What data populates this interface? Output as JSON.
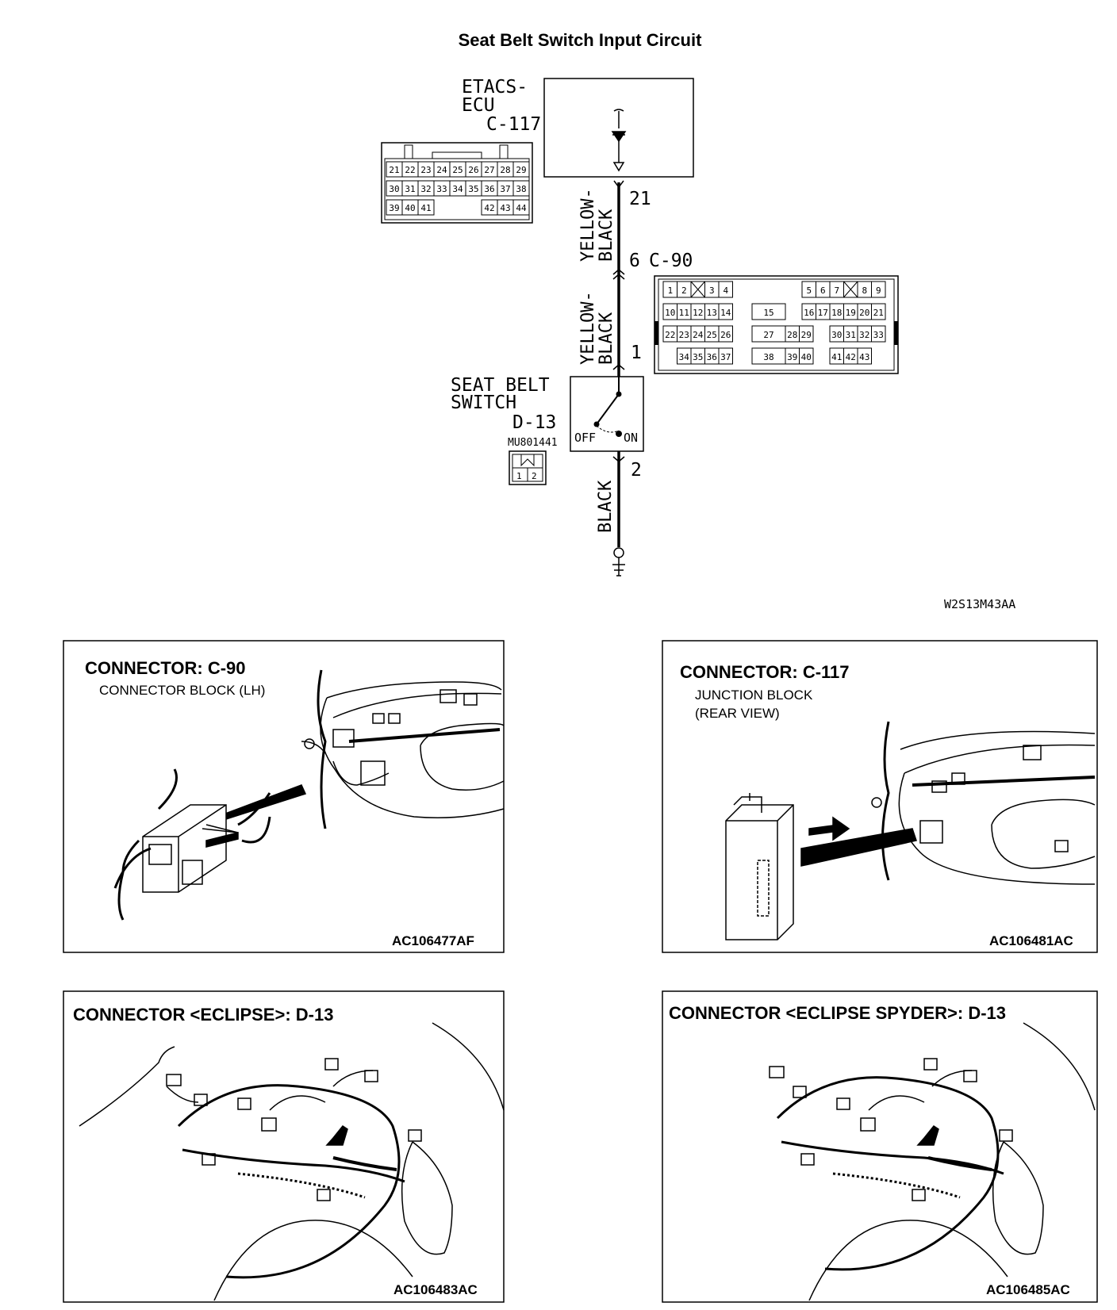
{
  "title": "Seat Belt Switch Input Circuit",
  "ecu": {
    "name_line1": "ETACS-",
    "name_line2": "ECU",
    "connector": "C-117",
    "pin_out": "21",
    "pins_row1": [
      "21",
      "22",
      "23",
      "24",
      "25",
      "26",
      "27",
      "28",
      "29"
    ],
    "pins_row2": [
      "30",
      "31",
      "32",
      "33",
      "34",
      "35",
      "36",
      "37",
      "38"
    ],
    "pins_row3": [
      "39",
      "40",
      "41",
      "42",
      "43",
      "44"
    ]
  },
  "wire_upper": {
    "color_line1": "YELLOW-",
    "color_line2": "BLACK"
  },
  "wire_middle": {
    "color_line1": "YELLOW-",
    "color_line2": "BLACK"
  },
  "wire_lower": {
    "color": "BLACK"
  },
  "c90": {
    "pin_top": "6",
    "connector": "C-90",
    "pin_bottom": "1",
    "row1": [
      "1",
      "2",
      "3",
      "4",
      "5",
      "6",
      "7",
      "8",
      "9"
    ],
    "row2": [
      "10",
      "11",
      "12",
      "13",
      "14",
      "15",
      "16",
      "17",
      "18",
      "19",
      "20",
      "21"
    ],
    "row3": [
      "22",
      "23",
      "24",
      "25",
      "26",
      "27",
      "28",
      "29",
      "30",
      "31",
      "32",
      "33"
    ],
    "row4": [
      "34",
      "35",
      "36",
      "37",
      "38",
      "39",
      "40",
      "41",
      "42",
      "43"
    ]
  },
  "switch": {
    "name_line1": "SEAT BELT",
    "name_line2": "SWITCH",
    "connector": "D-13",
    "off_label": "OFF",
    "on_label": "ON",
    "part_number": "MU801441",
    "pin1": "1",
    "pin2": "2",
    "pin_out": "2"
  },
  "diagram_code": "W2S13M43AA",
  "panels": [
    {
      "title": "CONNECTOR: C-90",
      "subtitle_line1": "CONNECTOR BLOCK (LH)",
      "subtitle_line2": "",
      "code": "AC106477AF"
    },
    {
      "title": "CONNECTOR: C-117",
      "subtitle_line1": "JUNCTION BLOCK",
      "subtitle_line2": "(REAR VIEW)",
      "code": "AC106481AC"
    },
    {
      "title": "CONNECTOR <ECLIPSE>: D-13",
      "subtitle_line1": "",
      "subtitle_line2": "",
      "code": "AC106483AC"
    },
    {
      "title": "CONNECTOR <ECLIPSE SPYDER>: D-13",
      "subtitle_line1": "",
      "subtitle_line2": "",
      "code": "AC106485AC"
    }
  ]
}
